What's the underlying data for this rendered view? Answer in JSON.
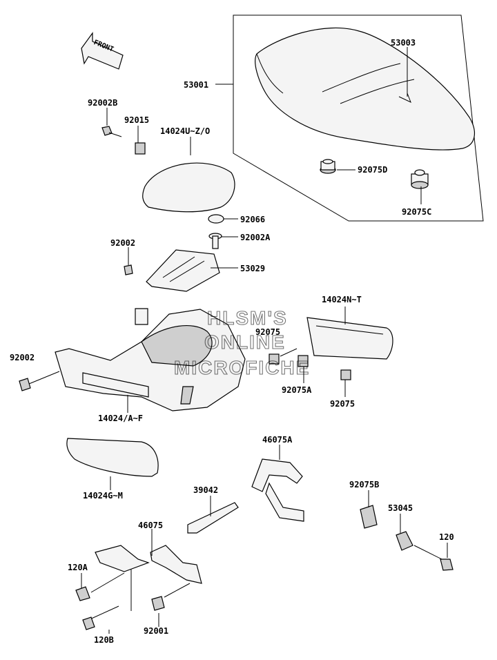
{
  "watermark": {
    "line1": "HLSM'S",
    "line2": "ONLINE",
    "line3": "MICROFICHE"
  },
  "direction": {
    "front": "FRONT"
  },
  "labels": [
    "53003",
    "53001",
    "92002B",
    "92015",
    "14024U~Z/O",
    "92075D",
    "92075C",
    "92066",
    "92002A",
    "92002",
    "53029",
    "14024N~T",
    "92075",
    "92002",
    "92075A",
    "92075",
    "14024/A~F",
    "46075A",
    "14024G~M",
    "39042",
    "92075B",
    "53045",
    "46075",
    "120",
    "120A",
    "120B",
    "92001"
  ],
  "colors": {
    "line": "#000000",
    "part_fill": "#f4f4f4",
    "part_shade": "#cfcfcf"
  }
}
